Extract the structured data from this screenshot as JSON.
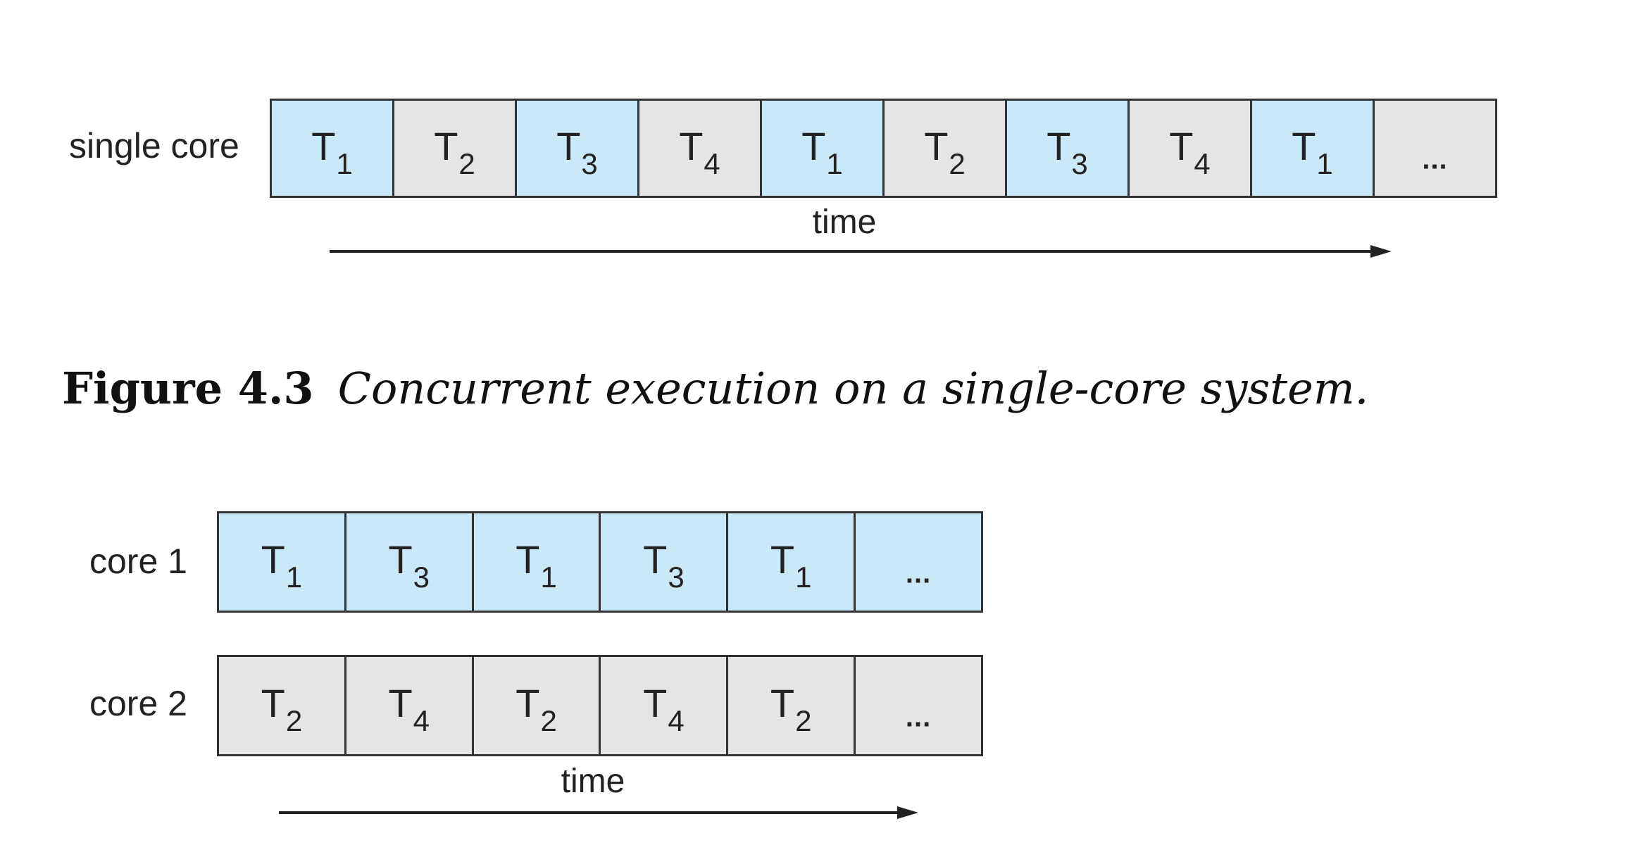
{
  "figure_top": {
    "row_label": "single core",
    "tasks": [
      {
        "name": "T",
        "sub": "1",
        "color": "#c9e8f8"
      },
      {
        "name": "T",
        "sub": "2",
        "color": "#e6e4e5"
      },
      {
        "name": "T",
        "sub": "3",
        "color": "#c9e8f8"
      },
      {
        "name": "T",
        "sub": "4",
        "color": "#e6e4e5"
      },
      {
        "name": "T",
        "sub": "1",
        "color": "#c9e8f8"
      },
      {
        "name": "T",
        "sub": "2",
        "color": "#e6e4e5"
      },
      {
        "name": "T",
        "sub": "3",
        "color": "#c9e8f8"
      },
      {
        "name": "T",
        "sub": "4",
        "color": "#e6e4e5"
      },
      {
        "name": "T",
        "sub": "1",
        "color": "#c9e8f8"
      },
      {
        "name": "...",
        "sub": "",
        "color": "#e6e4e5"
      }
    ],
    "time_label": "time"
  },
  "caption": {
    "figure_number": "Figure 4.3",
    "description": "Concurrent execution on a single-core system."
  },
  "figure_bottom": {
    "cores": [
      {
        "label": "core 1",
        "tasks": [
          {
            "name": "T",
            "sub": "1",
            "color": "#c9e8f8"
          },
          {
            "name": "T",
            "sub": "3",
            "color": "#c9e8f8"
          },
          {
            "name": "T",
            "sub": "1",
            "color": "#c9e8f8"
          },
          {
            "name": "T",
            "sub": "3",
            "color": "#c9e8f8"
          },
          {
            "name": "T",
            "sub": "1",
            "color": "#c9e8f8"
          },
          {
            "name": "...",
            "sub": "",
            "color": "#c9e8f8"
          }
        ]
      },
      {
        "label": "core 2",
        "tasks": [
          {
            "name": "T",
            "sub": "2",
            "color": "#e6e4e5"
          },
          {
            "name": "T",
            "sub": "4",
            "color": "#e6e4e5"
          },
          {
            "name": "T",
            "sub": "2",
            "color": "#e6e4e5"
          },
          {
            "name": "T",
            "sub": "4",
            "color": "#e6e4e5"
          },
          {
            "name": "T",
            "sub": "2",
            "color": "#e6e4e5"
          },
          {
            "name": "...",
            "sub": "",
            "color": "#e6e4e5"
          }
        ]
      }
    ],
    "time_label": "time"
  }
}
